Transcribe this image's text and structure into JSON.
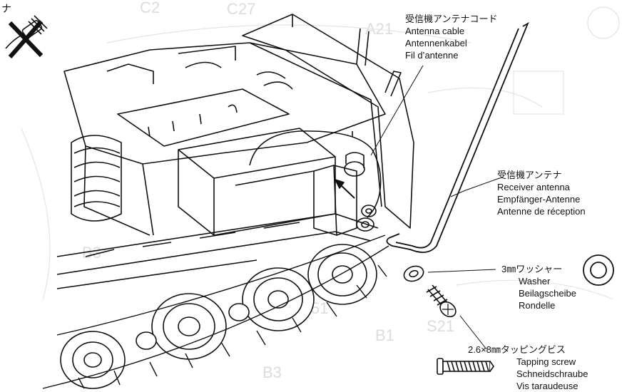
{
  "header": {
    "partial_label": "ナ"
  },
  "labels": {
    "antenna_cable": {
      "jp": "受信機アンテナコード",
      "en": "Antenna cable",
      "de": "Antennenkabel",
      "fr": "Fil d’antenne"
    },
    "receiver_antenna": {
      "jp": "受信機アンテナ",
      "en": "Receiver antenna",
      "de": "Empfänger-Antenne",
      "fr": "Antenne de réception"
    },
    "washer": {
      "jp": "3㎜ワッシャー",
      "en": "Washer",
      "de": "Beilagscheibe",
      "fr": "Rondelle"
    },
    "tapping_screw": {
      "jp": "2.6×8㎜タッピングビス",
      "en": "Tapping screw",
      "de": "Schneidschraube",
      "fr": "Vis taraudeuse"
    }
  },
  "background_faint": [
    "C2",
    "C27",
    "A21",
    "B3",
    "C51",
    "B1",
    "S21",
    "B3"
  ],
  "colors": {
    "ink": "#111111",
    "faint": "#d9d9d9",
    "background": "#ffffff"
  }
}
